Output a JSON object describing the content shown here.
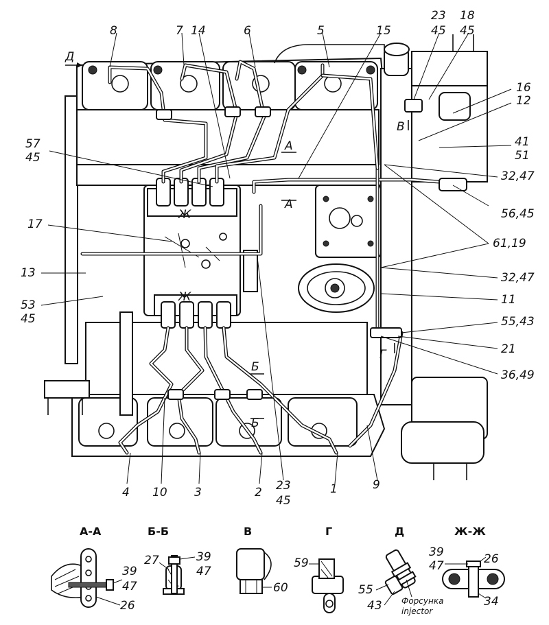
{
  "labels": {
    "l8": "8",
    "l7": "7",
    "l14": "14",
    "l6": "6",
    "l5": "5",
    "l15": "15",
    "l23a": "23",
    "l45a": "45",
    "l18": "18",
    "l45b": "45",
    "l16": "16",
    "l12": "12",
    "l41": "41",
    "l51": "51",
    "l57": "57",
    "l45c": "45",
    "l3247a": "32,47",
    "l5645": "56,45",
    "l17": "17",
    "l6119": "61,19",
    "l13": "13",
    "l3247b": "32,47",
    "l53": "53",
    "l45d": "45",
    "l11": "11",
    "l5543": "55,43",
    "l21": "21",
    "l3649": "36,49",
    "l4": "4",
    "l10": "10",
    "l3": "3",
    "l2": "2",
    "l23b": "23",
    "l45e": "45",
    "l1": "1",
    "l9": "9",
    "mD": "Д",
    "mA1": "А",
    "mA2": "А",
    "mB": "В",
    "mG": "Г",
    "mB2a": "Б",
    "mB2b": "Б",
    "mZh1": "Ж",
    "mZh2": "Ж"
  },
  "details": {
    "aa": {
      "title": "А-А",
      "n39": "39",
      "n47": "47",
      "n26": "26"
    },
    "bb": {
      "title": "Б-Б",
      "n27": "27",
      "n39": "39",
      "n47": "47"
    },
    "v": {
      "title": "В",
      "n60": "60"
    },
    "g": {
      "title": "Г",
      "n59": "59"
    },
    "d": {
      "title": "Д",
      "n55": "55",
      "n43": "43",
      "ru": "Форсунка",
      "en": "injector"
    },
    "zz": {
      "title": "Ж-Ж",
      "n39": "39",
      "n26": "26",
      "n47": "47",
      "n34": "34"
    }
  }
}
